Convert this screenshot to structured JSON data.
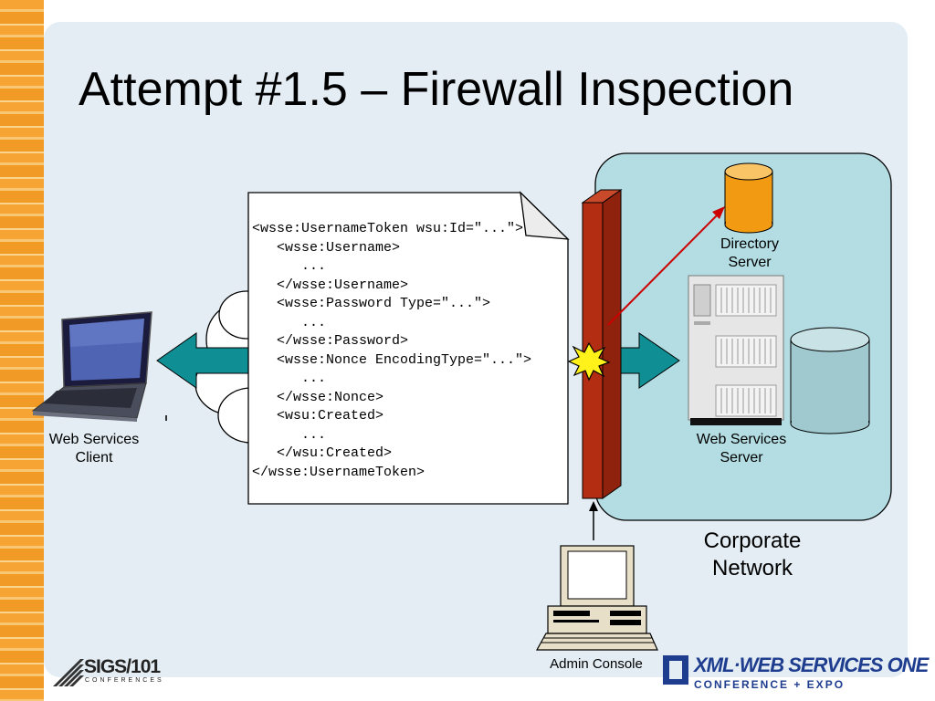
{
  "title": "Attempt #1.5 – Firewall Inspection",
  "labels": {
    "client": "Web Services Client",
    "directory_server": "Directory Server",
    "web_services_server": "Web Services Server",
    "corporate_network": "Corporate Network",
    "admin_console": "Admin Console"
  },
  "document_lines": [
    "<wsse:UsernameToken wsu:Id=\"...\">",
    "   <wsse:Username>",
    "      ...",
    "   </wsse:Username>",
    "   <wsse:Password Type=\"...\">",
    "      ...",
    "   </wsse:Password>",
    "   <wsse:Nonce EncodingType=\"...\">",
    "      ...",
    "   </wsse:Nonce>",
    "   <wsu:Created>",
    "      ...",
    "   </wsu:Created>",
    "</wsse:UsernameToken>"
  ],
  "logos": {
    "sigs_main": "SIGS/101",
    "sigs_sub": "CONFERENCES",
    "xml_main": "XML·WEB SERVICES ONE",
    "xml_sub": "CONFERENCE + EXPO"
  },
  "colors": {
    "corporate_network_fill": "#b3dde3",
    "firewall": "#b32d12",
    "arrow": "#0f8f94",
    "directory_cylinder": "#f19a12",
    "storage_cylinder": "#9fc9cf",
    "alert_burst": "#fff21a",
    "access_line": "#cc0000"
  }
}
